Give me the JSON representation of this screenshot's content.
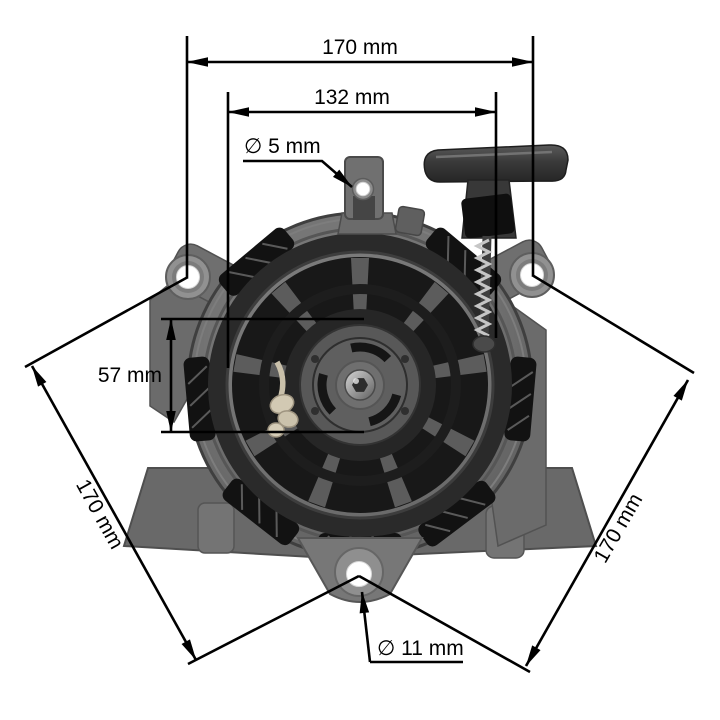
{
  "scene": {
    "description": "Product photo of an engine recoil pull starter annotated with black dimension lines on a white background",
    "background_color": "#ffffff",
    "annotation_color": "#000000"
  },
  "dimensions": {
    "top_width": "170 mm",
    "inner_width": "132 mm",
    "top_hole_diameter": "∅ 5 mm",
    "center_height": "57 mm",
    "left_diagonal": "170 mm",
    "right_diagonal": "170 mm",
    "bottom_hole_diameter": "∅ 11 mm"
  },
  "product": {
    "colors": {
      "housing": "#6e6e6e",
      "rotor": "#1f1f1f",
      "handle": "#3a3a3a",
      "spring": "#c6c6c6",
      "rope_knot": "#cfc6b0",
      "mounting_ring": "#919191"
    }
  }
}
